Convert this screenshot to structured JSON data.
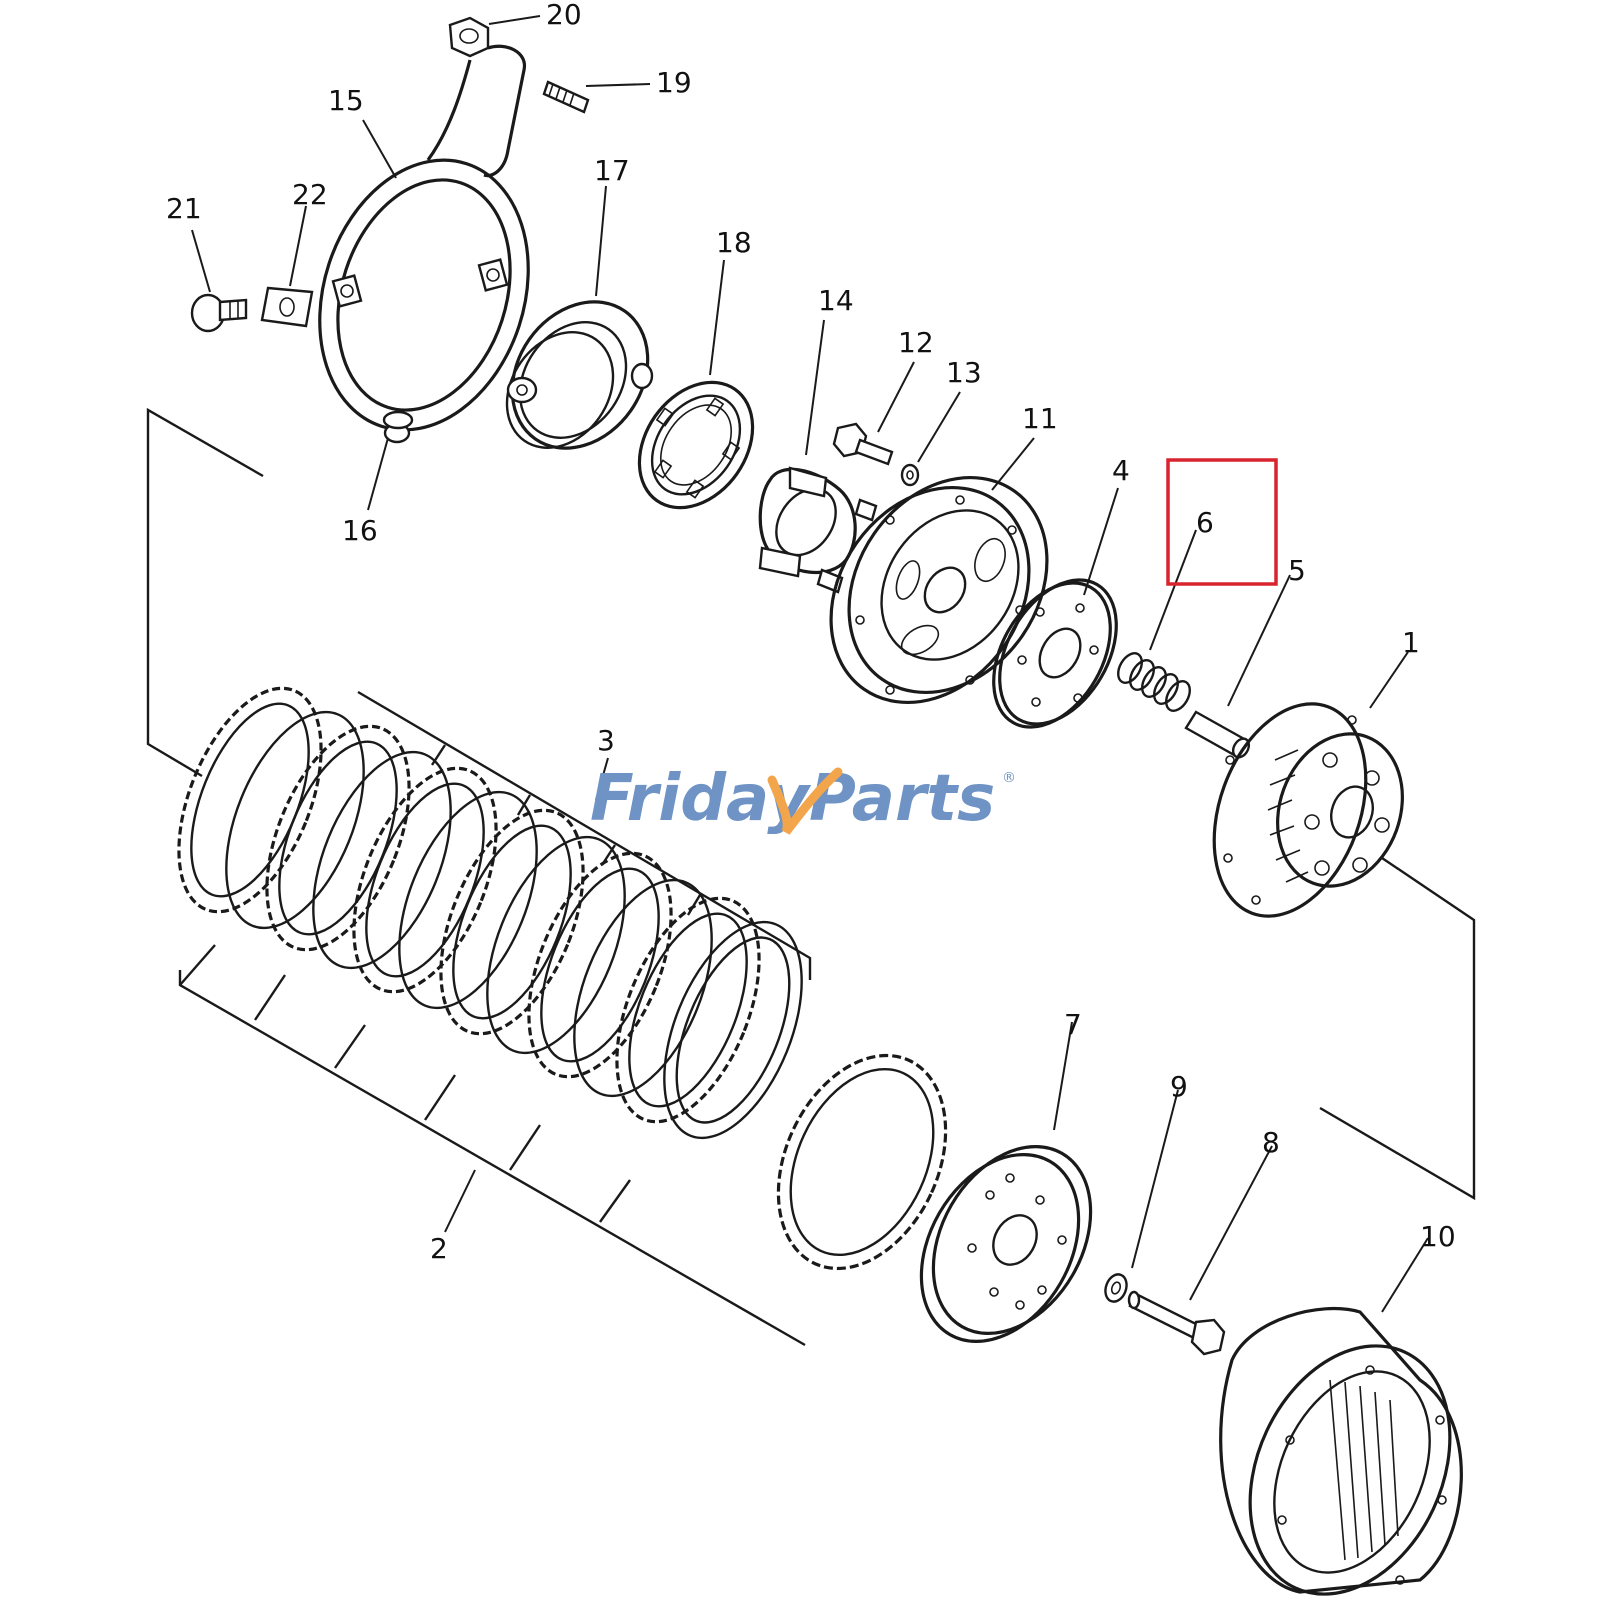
{
  "image": {
    "watermark": {
      "part1": "Friday",
      "part2": "Parts",
      "mark": "®"
    },
    "watermark_colors": {
      "blue": "#6e93c4",
      "orange": "#f2a54a"
    },
    "highlight_color": "#d9232d",
    "highlighted_callout": "6",
    "callouts": [
      "1",
      "2",
      "3",
      "4",
      "5",
      "6",
      "7",
      "8",
      "9",
      "10",
      "11",
      "12",
      "13",
      "14",
      "15",
      "16",
      "17",
      "18",
      "19",
      "20",
      "21",
      "22"
    ]
  }
}
